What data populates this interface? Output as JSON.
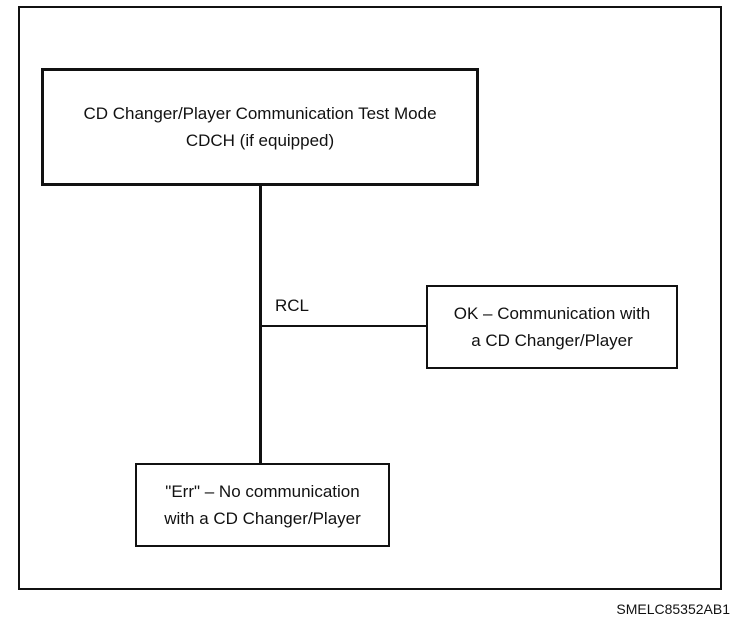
{
  "diagram": {
    "main_box": {
      "line1": "CD Changer/Player Communication Test Mode",
      "line2": "CDCH (if equipped)"
    },
    "connector_label": "RCL",
    "ok_box": {
      "line1": "OK – Communication with",
      "line2": "a CD Changer/Player"
    },
    "err_box": {
      "line1": "\"Err\" – No communication",
      "line2": "with a CD Changer/Player"
    }
  },
  "figure_id": "SMELC85352AB1"
}
